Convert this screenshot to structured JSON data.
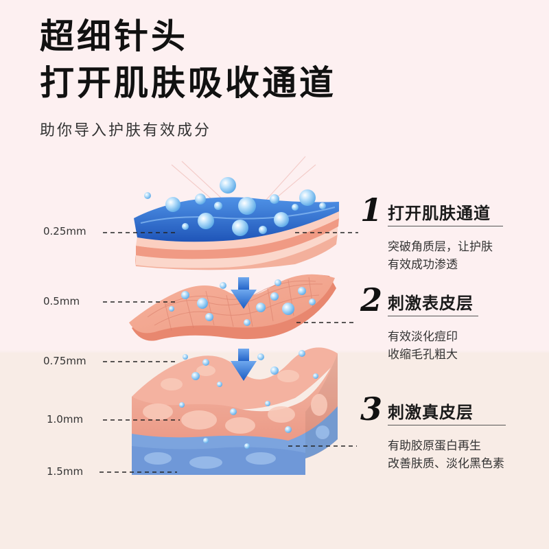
{
  "headline": {
    "line1": "超细针头",
    "line2": "打开肌肤吸收通道",
    "subtitle": "助你导入护肤有效成分"
  },
  "depth_labels": [
    "0.25mm",
    "0.5mm",
    "0.75mm",
    "1.0mm",
    "1.5mm"
  ],
  "steps": [
    {
      "num": "1",
      "title": "打开肌肤通道",
      "desc": [
        "突破角质层，让护肤",
        "有效成功渗透"
      ]
    },
    {
      "num": "2",
      "title": "刺激表皮层",
      "desc": [
        "有效淡化痘印",
        "收缩毛孔粗大"
      ]
    },
    {
      "num": "3",
      "title": "刺激真皮层",
      "desc": [
        "有助胶原蛋白再生",
        "改善肤质、淡化黑色素"
      ]
    }
  ],
  "colors": {
    "background_top": "#fdf0f1",
    "background_bottom": "#f8ece6",
    "stratum_blue": "#2f6fd0",
    "skin_pink": "#f2a48d",
    "dermis_blue": "#7aa6e0",
    "arrow_blue": "#1f63c9",
    "bubble": "#8cc8f2"
  }
}
